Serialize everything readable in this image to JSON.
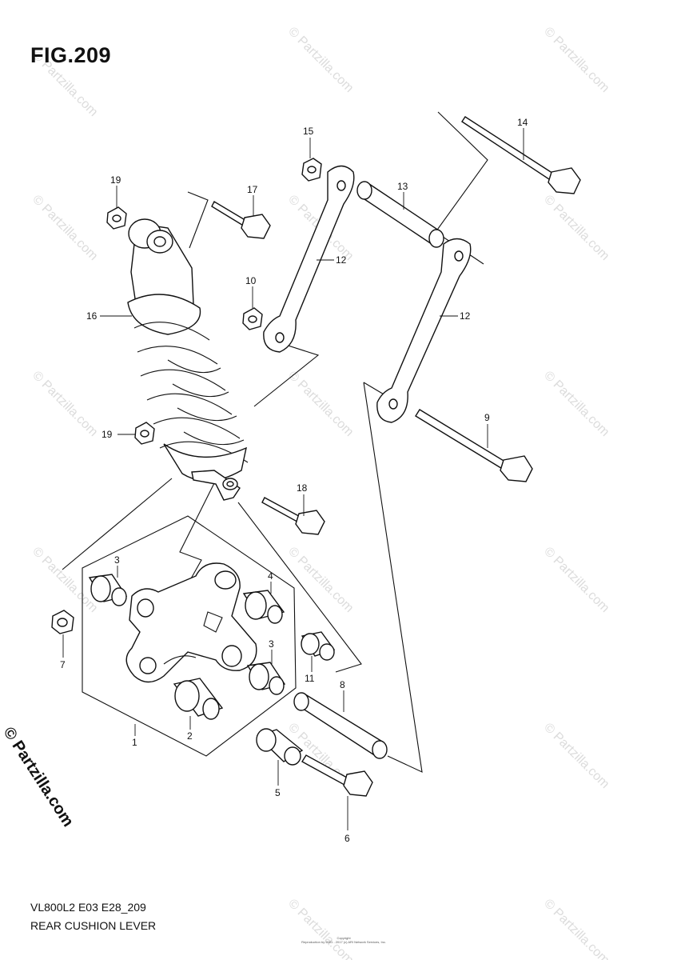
{
  "figure_title": "FIG.209",
  "model_code": "VL800L2 E03 E28_209",
  "diagram_name": "REAR CUSHION LEVER",
  "brand": "© Partzilla.com",
  "watermark": "© Partzilla.com",
  "copyright_line1": "Copyright",
  "copyright_line2": "Reproduction by 2001 - 2017 (c) ARI Network Services, Inc.",
  "callouts": [
    {
      "id": "c1",
      "label": "1"
    },
    {
      "id": "c2",
      "label": "2"
    },
    {
      "id": "c3a",
      "label": "3"
    },
    {
      "id": "c3b",
      "label": "3"
    },
    {
      "id": "c4",
      "label": "4"
    },
    {
      "id": "c5",
      "label": "5"
    },
    {
      "id": "c6",
      "label": "6"
    },
    {
      "id": "c7",
      "label": "7"
    },
    {
      "id": "c8",
      "label": "8"
    },
    {
      "id": "c9",
      "label": "9"
    },
    {
      "id": "c10",
      "label": "10"
    },
    {
      "id": "c11",
      "label": "11"
    },
    {
      "id": "c12a",
      "label": "12"
    },
    {
      "id": "c12b",
      "label": "12"
    },
    {
      "id": "c13",
      "label": "13"
    },
    {
      "id": "c14",
      "label": "14"
    },
    {
      "id": "c15",
      "label": "15"
    },
    {
      "id": "c16",
      "label": "16"
    },
    {
      "id": "c17",
      "label": "17"
    },
    {
      "id": "c18",
      "label": "18"
    },
    {
      "id": "c19a",
      "label": "19"
    },
    {
      "id": "c19b",
      "label": "19"
    }
  ]
}
